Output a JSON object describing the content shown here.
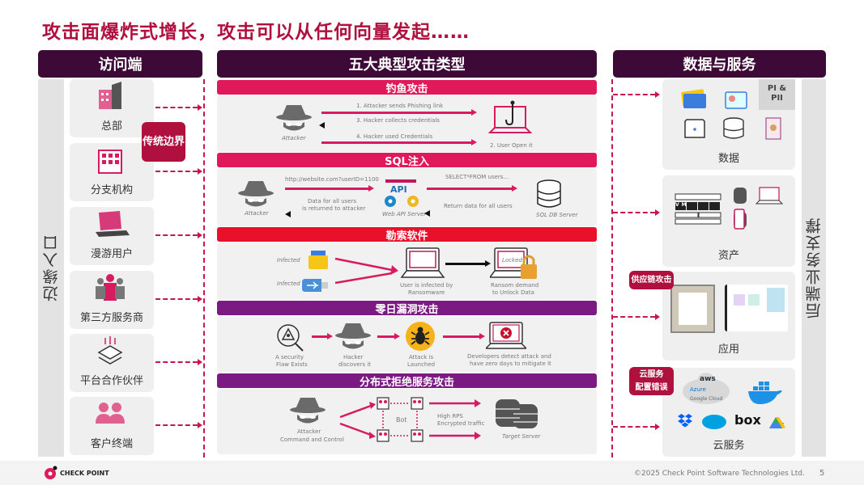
{
  "title": "攻击面爆炸式增长，攻击可以从任何向量发起……",
  "colors": {
    "accent": "#b0103e",
    "header": "#3d0a38",
    "phishing": "#e0195a",
    "ransomware": "#e8102a",
    "purple": "#7b1a82"
  },
  "left": {
    "header": "访问端",
    "side_label": "边缘入口",
    "badge": "传统边界",
    "items": [
      {
        "label": "总部",
        "icon": "building-icon"
      },
      {
        "label": "分支机构",
        "icon": "branch-building-icon"
      },
      {
        "label": "漫游用户",
        "icon": "laptop-icon"
      },
      {
        "label": "第三方服务商",
        "icon": "people-icon"
      },
      {
        "label": "平台合作伙伴",
        "icon": "partner-network-icon"
      },
      {
        "label": "客户终端",
        "icon": "customers-icon"
      }
    ]
  },
  "middle": {
    "header": "五大典型攻击类型",
    "phishing": {
      "title": "钓鱼攻击",
      "step1": "1. Attacker sends Phishing link",
      "step3": "3. Hacker collects credentials",
      "step4": "4. Hacker used Credentials",
      "attacker": "Attacker",
      "user": "2. User Open it"
    },
    "sql": {
      "title": "SQL注入",
      "url": "http://website.com?userID=1100",
      "select": "SELECT*FROM users...",
      "return_all": "Return data for all users",
      "returned1": "Data for all users",
      "returned2": "is returned to attacker",
      "attacker": "Attacker",
      "api": "API",
      "api_server": "Web API Server",
      "db_server": "SQL DB Server"
    },
    "ransomware": {
      "title": "勒索软件",
      "infected1": "Infected",
      "infected2": "Infected",
      "user1": "User is infected by",
      "user2": "Ransomware",
      "locked": "Locked",
      "ransom1": "Ransom demand",
      "ransom2": "to Unlock Data"
    },
    "zeroday": {
      "title": "零日漏洞攻击",
      "s1a": "A security",
      "s1b": "Flaw Exists",
      "s2a": "Hacker",
      "s2b": "discovers it",
      "s3a": "Attack is",
      "s3b": "Launched",
      "s4a": "Developers detect attack and",
      "s4b": "have zero days to mitigate it"
    },
    "ddos": {
      "title": "分布式拒绝服务攻击",
      "attacker1": "Attacker",
      "attacker2": "Command and Control",
      "bot": "Bot",
      "traffic1": "High RPS",
      "traffic2": "Encrypted traffic",
      "target": "Target Server"
    }
  },
  "right": {
    "header": "数据与服务",
    "side_label": "后端业务支撑",
    "pii": "PI & PII",
    "data": "数据",
    "assets": "资产",
    "apps": "应用",
    "cloud": "云服务",
    "supply_badge": "供应链攻击",
    "cloud_badge": "云服务 配置错误",
    "vm": "VM",
    "cloud_logos": [
      "aws",
      "Azure",
      "Google Cloud",
      "box"
    ]
  },
  "footer": {
    "brand": "CHECK POINT",
    "copyright": "©2025 Check Point Software Technologies Ltd.",
    "page": "5"
  }
}
